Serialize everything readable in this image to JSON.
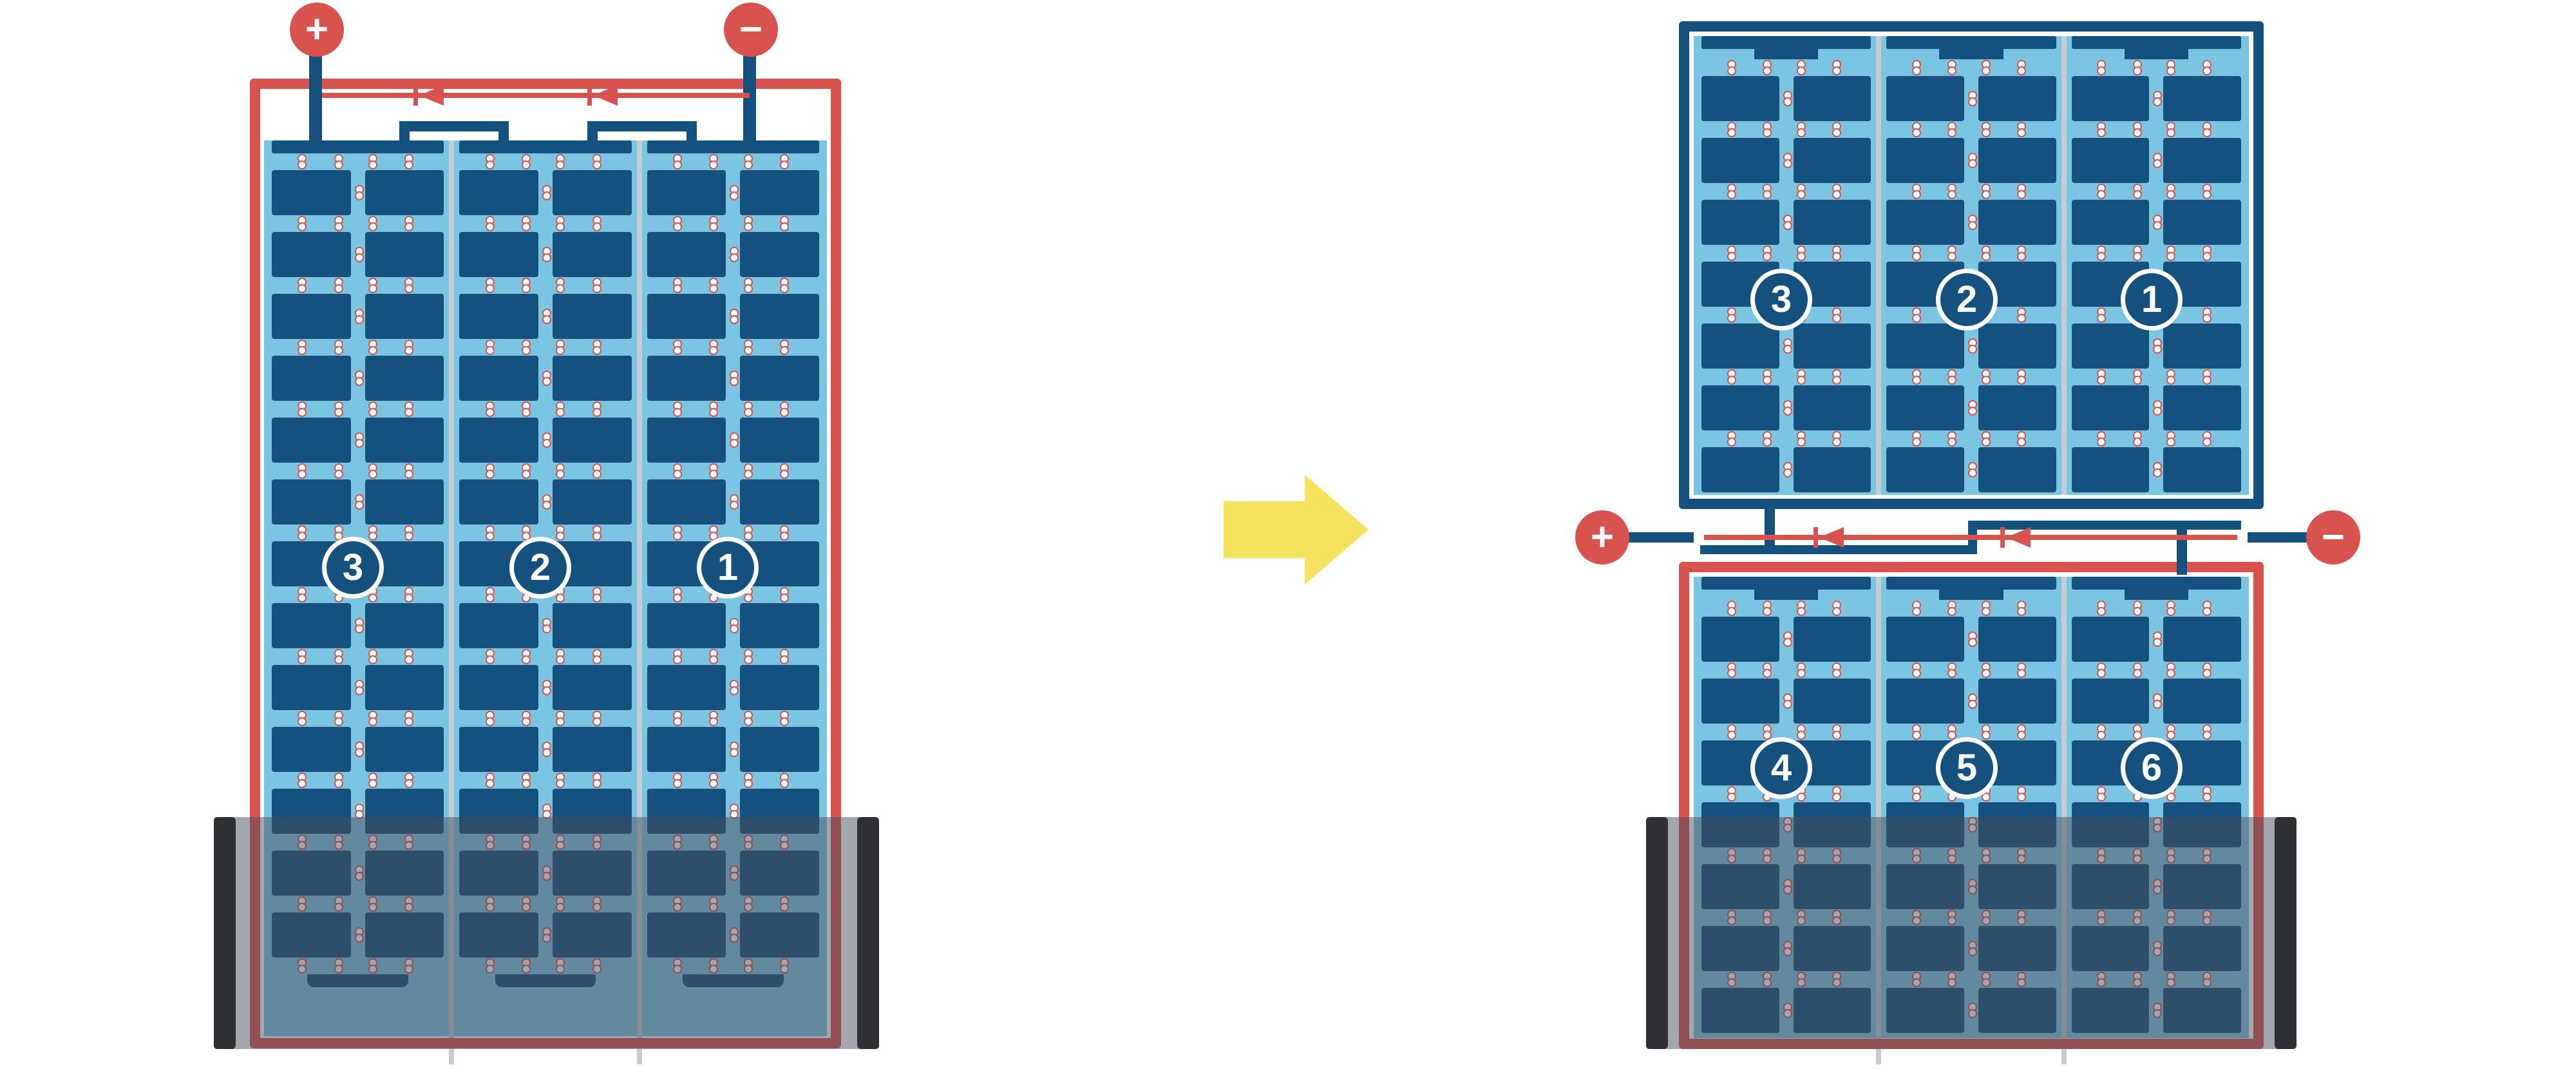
{
  "diagram": {
    "colors": {
      "background": "#ffffff",
      "red": "#d8534e",
      "dark_blue": "#14517f",
      "light_blue": "#7ac6e2",
      "yellow": "#f6e25c",
      "shadow": "rgba(72,78,90,0.5)",
      "shadow_cap": "#2e3034",
      "separator": "#c6ccd2",
      "dot_fill": "#ffffff",
      "dot_ring": "#d8534e"
    },
    "left_panel": {
      "terminals": {
        "positive": "+",
        "negative": "−"
      },
      "cell_rows": 13,
      "strings": [
        {
          "label": "3"
        },
        {
          "label": "2"
        },
        {
          "label": "1"
        }
      ]
    },
    "right_panel": {
      "terminals": {
        "positive": "+",
        "negative": "−"
      },
      "top_half": {
        "cell_rows": 7,
        "strings": [
          {
            "label": "3"
          },
          {
            "label": "2"
          },
          {
            "label": "1"
          }
        ]
      },
      "bottom_half": {
        "cell_rows": 7,
        "strings": [
          {
            "label": "4"
          },
          {
            "label": "5"
          },
          {
            "label": "6"
          }
        ]
      }
    }
  }
}
